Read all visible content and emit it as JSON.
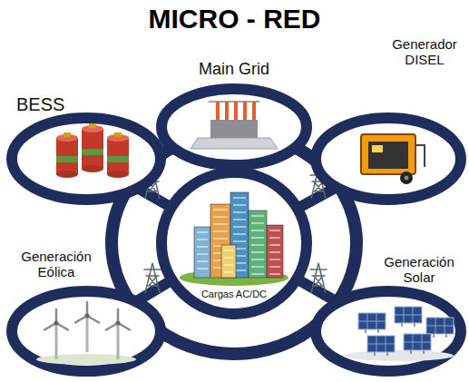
{
  "diagram": {
    "title": "MICRO - RED",
    "nodes": [
      {
        "text": [
          "BESS"
        ]
      },
      {
        "text": [
          "Main Grid"
        ]
      },
      {
        "text": [
          "Generador DISEL"
        ]
      },
      {
        "text": [
          "Cargas AC/DC"
        ]
      },
      {
        "text": [
          "Generación Eólica"
        ]
      },
      {
        "text": [
          "Generación Solar"
        ]
      }
    ],
    "edges": [
      {
        "from": 0,
        "to": 3,
        "arrow": "none"
      },
      {
        "from": 1,
        "to": 3,
        "arrow": "none"
      },
      {
        "from": 2,
        "to": 3,
        "arrow": "none"
      },
      {
        "from": 4,
        "to": 3,
        "arrow": "none"
      },
      {
        "from": 5,
        "to": 3,
        "arrow": "none"
      }
    ]
  }
}
